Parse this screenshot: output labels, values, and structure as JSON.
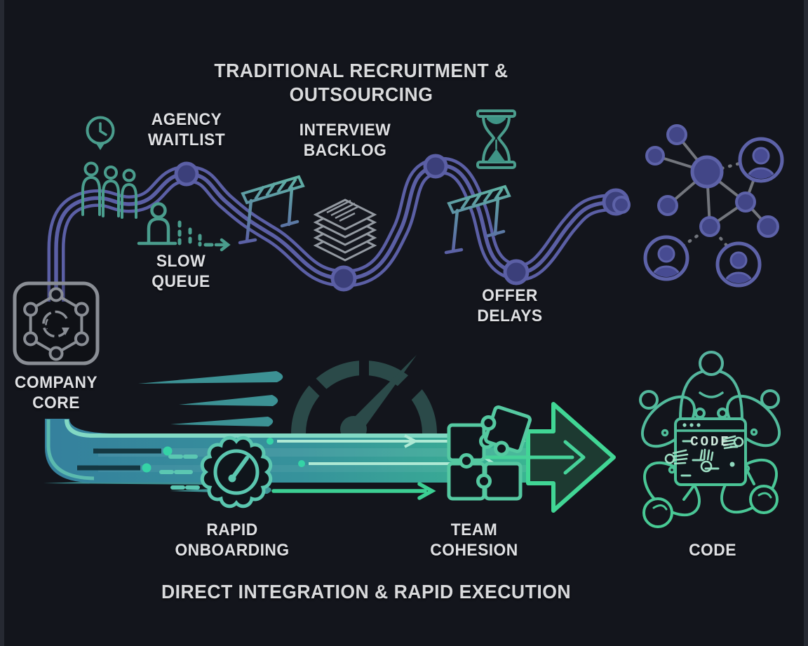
{
  "colors": {
    "background": "#13151c",
    "slow_path_purple": "#5b5fa5",
    "slow_node_fill": "#3b3f7a",
    "teal_icon": "#4a9d8d",
    "neutral_icon_gray": "#949aa2",
    "fast_band_start": "#35809d",
    "fast_band_end": "#3cc18e",
    "fast_arrow_outline": "#41d695",
    "label_text": "#dfe0e3"
  },
  "top_flow": {
    "title": "TRADITIONAL RECRUITMENT & OUTSOURCING",
    "source": {
      "label": "COMPANY\nCORE",
      "icon": "company-core-hexagon"
    },
    "stages": [
      {
        "label": "AGENCY\nWAITLIST",
        "icon": "waiting-crowd-clock"
      },
      {
        "label": "SLOW\nQUEUE",
        "icon": "queue-person-trail"
      },
      {
        "label": "INTERVIEW\nBACKLOG",
        "icon": "paper-stack"
      },
      {
        "label": "OFFER\nDELAYS",
        "icon": "hourglass"
      }
    ],
    "obstacles": [
      "hurdle-barrier",
      "hurdle-barrier"
    ],
    "destination": {
      "icon": "talent-network"
    }
  },
  "bottom_flow": {
    "title": "DIRECT INTEGRATION & RAPID EXECUTION",
    "stages": [
      {
        "label": "RAPID\nONBOARDING",
        "icon": "speed-badge-gauge"
      },
      {
        "label": "TEAM\nCOHESION",
        "icon": "puzzle-pieces"
      },
      {
        "label": "CODE",
        "icon": "team-around-code-window"
      }
    ],
    "code_window_text": "CODE",
    "decor_icons": [
      "speedometer",
      "speed-streaks",
      "circuit-traces",
      "forward-arrows"
    ]
  }
}
